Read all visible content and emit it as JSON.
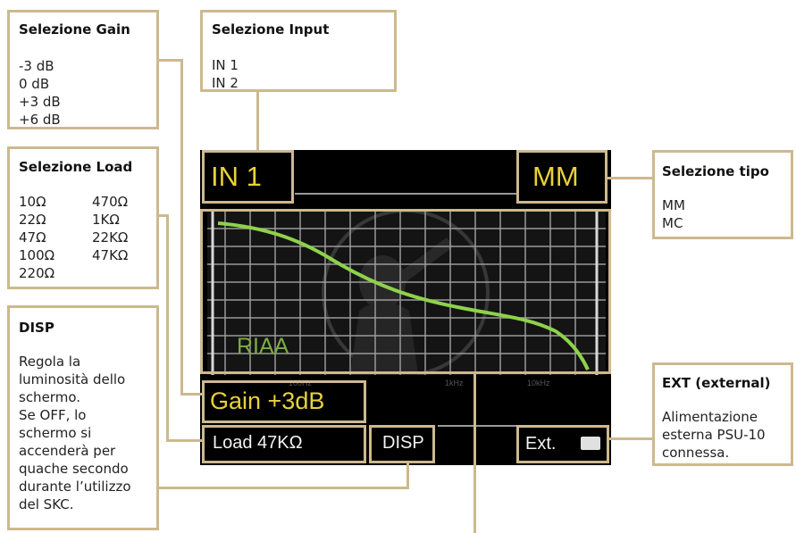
{
  "callouts": {
    "gain": {
      "title": "Selezione Gain",
      "items": [
        "-3 dB",
        "0 dB",
        "+3 dB",
        "+6 dB"
      ]
    },
    "input": {
      "title": "Selezione Input",
      "items": [
        "IN 1",
        "IN 2"
      ]
    },
    "load": {
      "title": "Selezione Load",
      "col1": [
        "10Ω",
        "22Ω",
        "47Ω",
        "100Ω",
        "220Ω"
      ],
      "col2": [
        "470Ω",
        "1KΩ",
        "22KΩ",
        "47KΩ"
      ]
    },
    "disp": {
      "title": "DISP",
      "lines": [
        "Regola la",
        "luminosità dello",
        "schermo.",
        "Se OFF, lo",
        "schermo si",
        "accenderà per",
        "quache secondo",
        "durante l’utilizzo",
        "del SKC."
      ]
    },
    "tipo": {
      "title": "Selezione tipo",
      "items": [
        "MM",
        "MC"
      ]
    },
    "ext": {
      "title": "EXT (external)",
      "lines": [
        "Alimentazione",
        "esterna PSU-10",
        "connessa."
      ]
    }
  },
  "display": {
    "input": "IN 1",
    "type": "MM",
    "curve_label": "RIAA",
    "freq_labels": [
      "100Hz",
      "1kHz",
      "10kHz"
    ],
    "gain": "Gain +3dB",
    "load": "Load 47KΩ",
    "disp": "DISP",
    "ext": "Ext."
  },
  "colors": {
    "accent": "#cdb98f",
    "screen_text": "#e9d13a",
    "curve": "#8fd24a"
  }
}
